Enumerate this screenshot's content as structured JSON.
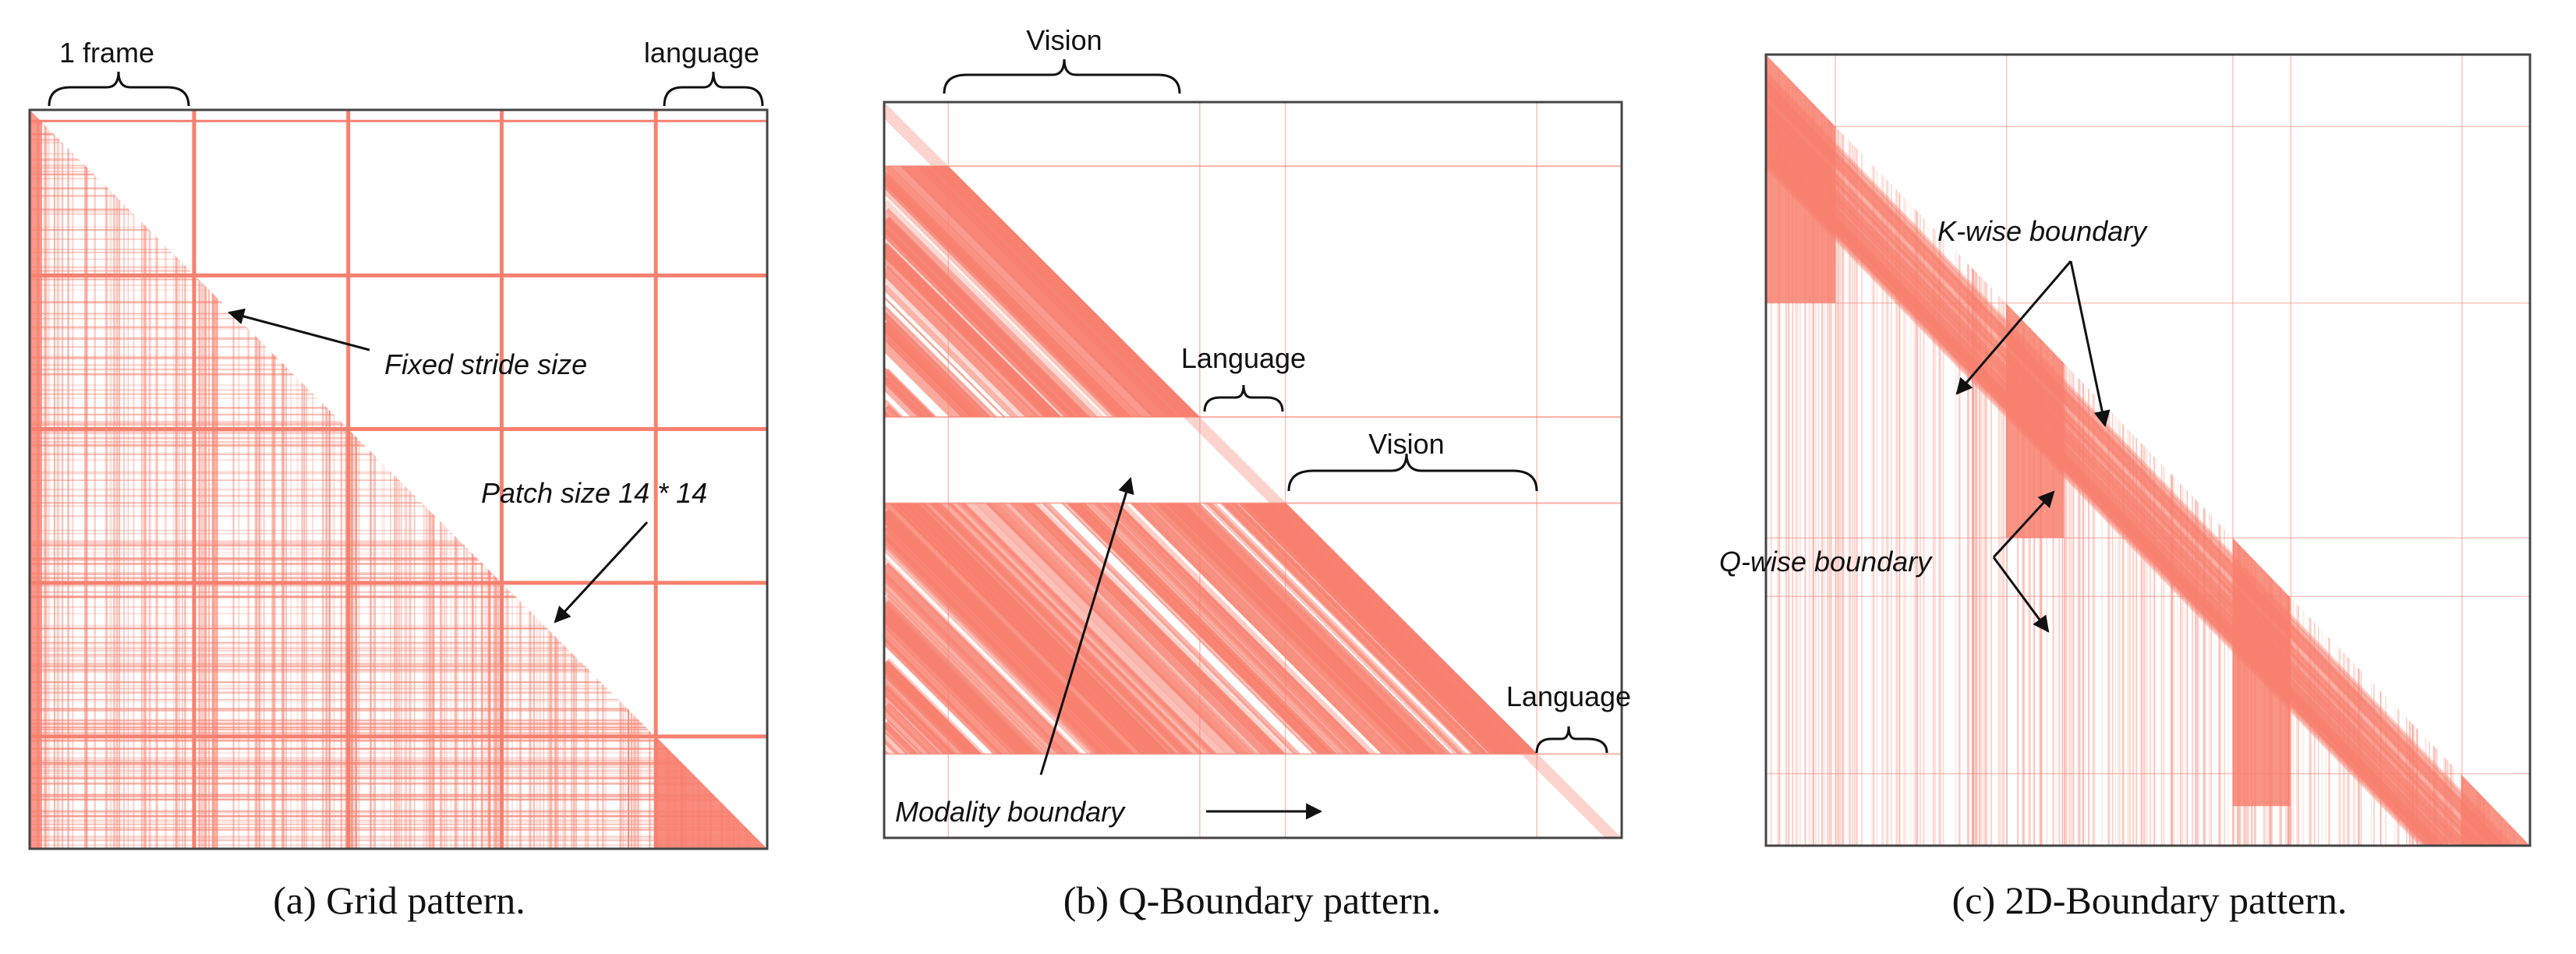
{
  "colors": {
    "attention": "#F8806F",
    "frame": "#444444",
    "annotation": "#111111"
  },
  "panels": {
    "a": {
      "caption": "(a) Grid pattern.",
      "labels": {
        "frame": "1 frame",
        "language": "language",
        "stride": "Fixed stride size",
        "patch": "Patch size 14 * 14"
      }
    },
    "b": {
      "caption": "(b) Q-Boundary pattern.",
      "labels": {
        "vision1": "Vision",
        "language1": "Language",
        "vision2": "Vision",
        "language2": "Language",
        "modality": "Modality boundary"
      }
    },
    "c": {
      "caption": "(c) 2D-Boundary pattern.",
      "labels": {
        "kwise": "K-wise boundary",
        "qwise": "Q-wise boundary"
      }
    }
  }
}
